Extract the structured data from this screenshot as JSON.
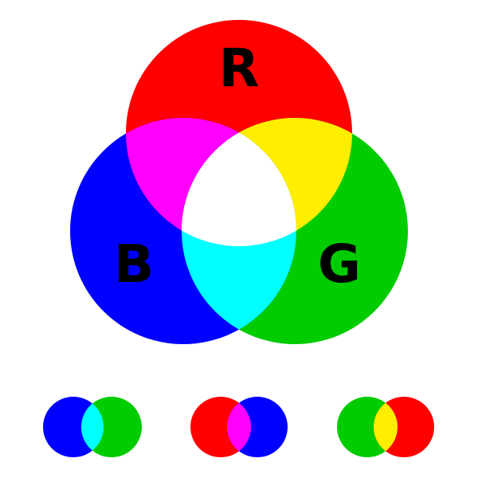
{
  "colors": {
    "red": "#ff0000",
    "green": "#00cc00",
    "blue": "#0000ff",
    "yellow": "#ffee00",
    "magenta": "#ff00ff",
    "cyan": "#00ffff",
    "white": "#ffffff"
  },
  "main_venn": {
    "labels": {
      "red": "R",
      "green": "G",
      "blue": "B"
    }
  },
  "pairs": [
    {
      "left": "blue",
      "right": "green",
      "overlap": "cyan"
    },
    {
      "left": "red",
      "right": "blue",
      "overlap": "magenta"
    },
    {
      "left": "green",
      "right": "red",
      "overlap": "yellow"
    }
  ]
}
